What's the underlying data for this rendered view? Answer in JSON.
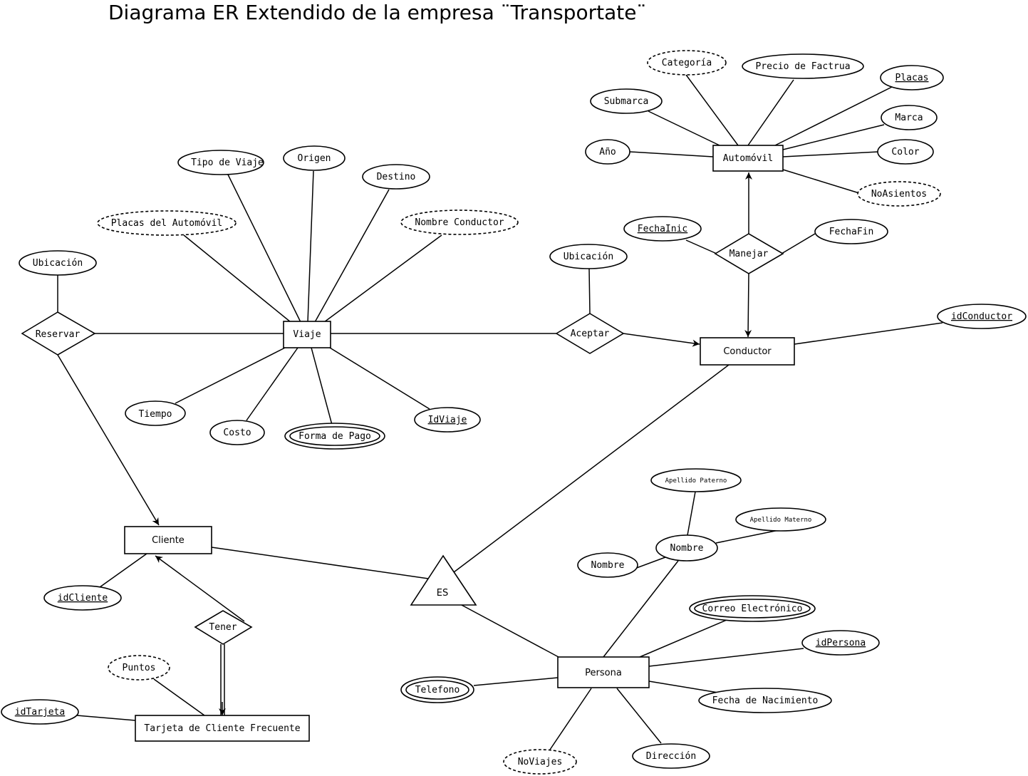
{
  "title": "Diagrama ER Extendido de la empresa ¨Transportate¨",
  "entities": {
    "viaje": "Viaje",
    "conductor": "Conductor",
    "automovil": "Automóvil",
    "cliente": "Cliente",
    "persona": "Persona",
    "tarjeta": "Tarjeta de Cliente Frecuente"
  },
  "relationships": {
    "reservar": "Reservar",
    "aceptar": "Aceptar",
    "manejar": "Manejar",
    "tener": "Tener",
    "es": "ES"
  },
  "attributes": {
    "viaje": {
      "tipo": "Tipo de Viaje",
      "origen": "Origen",
      "destino": "Destino",
      "placas_auto": "Placas del Automóvil",
      "nombre_conductor": "Nombre Conductor",
      "tiempo": "Tiempo",
      "costo": "Costo",
      "forma_pago": "Forma de Pago",
      "id": "IdViaje"
    },
    "reservar_ubicacion": "Ubicación",
    "aceptar_ubicacion": "Ubicación",
    "automovil": {
      "categoria": "Categoría",
      "precio": "Precio de Factrua",
      "placas": "Placas",
      "submarca": "Submarca",
      "marca": "Marca",
      "anio": "Año",
      "color": "Color",
      "noasientos": "NoAsientos"
    },
    "manejar": {
      "fecha_inic": "FechaInic",
      "fecha_fin": "FechaFin"
    },
    "conductor_id": "idConductor",
    "cliente_id": "idCliente",
    "tarjeta": {
      "puntos": "Puntos",
      "id": "idTarjeta"
    },
    "persona": {
      "apellido_paterno": "Apellido Paterno",
      "apellido_materno": "Apellido Materno",
      "nombre_compuesto": "Nombre",
      "nombre": "Nombre",
      "correo": "Correo Electrónico",
      "id": "idPersona",
      "telefono": "Telefono",
      "fecha_nac": "Fecha de Nacimiento",
      "noviajes": "NoViajes",
      "direccion": "Dirección"
    }
  }
}
